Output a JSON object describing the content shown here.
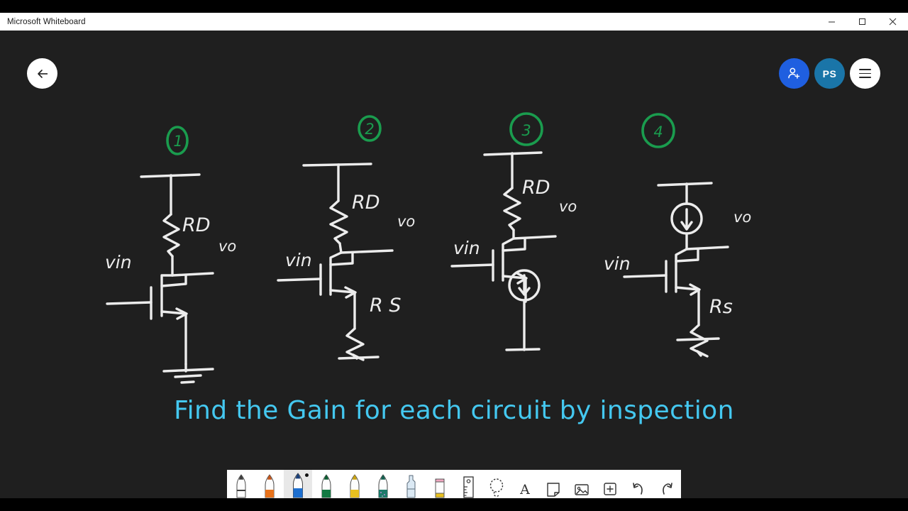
{
  "window": {
    "title": "Microsoft Whiteboard",
    "controls": [
      {
        "name": "minimize",
        "label": "—"
      },
      {
        "name": "maximize",
        "label": "❐"
      },
      {
        "name": "close",
        "label": "✕"
      }
    ]
  },
  "topbar": {
    "back_label": "Back",
    "share_label": "Share",
    "avatar_initials": "PS",
    "menu_label": "Settings and more"
  },
  "board": {
    "caption": "Find the Gain for each circuit by inspection",
    "caption_color": "#44c8f0",
    "ink_color": "#ececec",
    "marker_color": "#1a9c4e",
    "background_color": "#1f1f1f",
    "circuits": [
      {
        "number": "1",
        "labels": {
          "resistor_top": "RD",
          "output": "vo",
          "input": "vin"
        },
        "topology": "common-source, RD drain load, source grounded"
      },
      {
        "number": "2",
        "labels": {
          "resistor_top": "RD",
          "output": "vo",
          "input": "vin",
          "resistor_bottom": "R S"
        },
        "topology": "common-source with source degeneration RS"
      },
      {
        "number": "3",
        "labels": {
          "resistor_top": "RD",
          "output": "vo",
          "input": "vin"
        },
        "topology": "common-source, RD drain load, current-source tail"
      },
      {
        "number": "4",
        "labels": {
          "output": "vo",
          "input": "vin",
          "resistor_bottom": "Rs"
        },
        "topology": "current-source load, source resistor RS"
      }
    ]
  },
  "toolbar": {
    "tools": [
      {
        "name": "pen-black",
        "label": "Pen black",
        "color": "#3f3f3f",
        "selected": false
      },
      {
        "name": "pen-orange",
        "label": "Pen orange",
        "color": "#e8731c",
        "selected": false
      },
      {
        "name": "pen-blue",
        "label": "Pen blue",
        "color": "#1d6fd0",
        "selected": true
      },
      {
        "name": "pen-green",
        "label": "Pen green",
        "color": "#137a43",
        "selected": false
      },
      {
        "name": "pen-yellow",
        "label": "Pen yellow",
        "color": "#e8c020",
        "selected": false
      },
      {
        "name": "pen-galaxy",
        "label": "Pen galaxy",
        "color": "#1d7a6a",
        "selected": false
      },
      {
        "name": "highlighter",
        "label": "Highlighter",
        "color": "#bcd8ea",
        "selected": false
      },
      {
        "name": "eraser",
        "label": "Eraser",
        "color": "#f0a8c0",
        "selected": false
      },
      {
        "name": "ruler",
        "label": "Ruler",
        "color": "#333333",
        "selected": false
      },
      {
        "name": "lasso-select",
        "label": "Lasso select",
        "color": "#333333",
        "selected": false
      },
      {
        "name": "text",
        "label": "Text",
        "color": "#333333",
        "selected": false
      },
      {
        "name": "note",
        "label": "Note",
        "color": "#333333",
        "selected": false
      },
      {
        "name": "image",
        "label": "Image",
        "color": "#333333",
        "selected": false
      },
      {
        "name": "insert",
        "label": "Insert",
        "color": "#333333",
        "selected": false
      },
      {
        "name": "undo",
        "label": "Undo",
        "color": "#333333",
        "selected": false
      },
      {
        "name": "redo",
        "label": "Redo",
        "color": "#333333",
        "selected": false
      }
    ]
  }
}
